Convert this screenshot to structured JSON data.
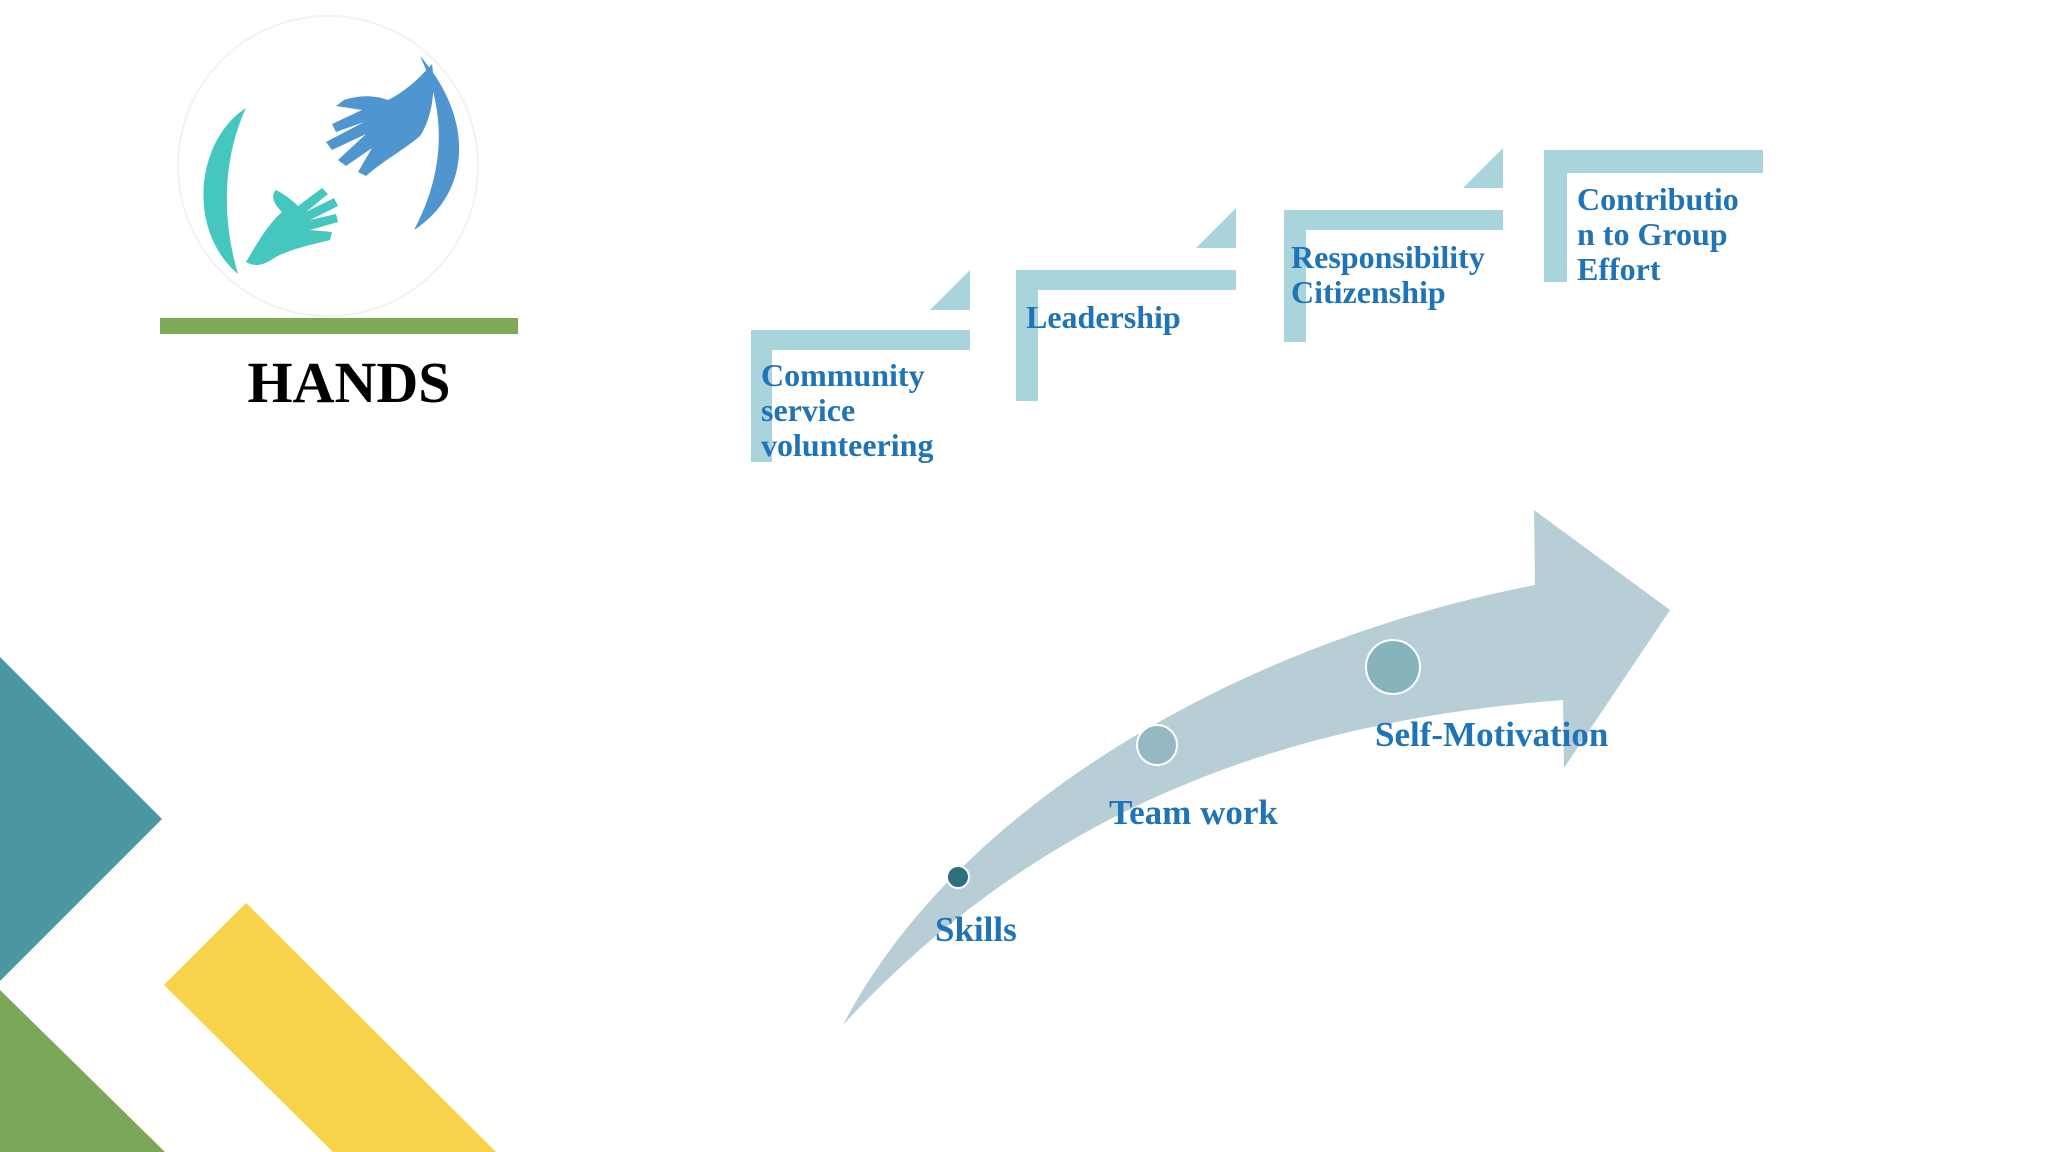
{
  "brand": {
    "title": "HANDS",
    "logo_icon": "helping-hands-icon",
    "logo_colors": {
      "left_hand": "#45c6be",
      "right_hand": "#4f96d1",
      "underline": "#7caa57"
    }
  },
  "steps": [
    {
      "label": "Community service volunteering"
    },
    {
      "label": "Leadership"
    },
    {
      "label": "Responsibility Citizenship"
    },
    {
      "label": "Contributio n to Group Effort"
    }
  ],
  "arrow": {
    "milestones": [
      {
        "label": "Skills"
      },
      {
        "label": "Team work"
      },
      {
        "label": "Self-Motivation"
      }
    ]
  },
  "colors": {
    "text_accent": "#1f73b7",
    "step_frame": "#a9d4dc",
    "arrow": "#b8ced6",
    "deco_teal": "#4a96a3",
    "deco_green": "#7aa858",
    "deco_yellow": "#f8d34a"
  }
}
